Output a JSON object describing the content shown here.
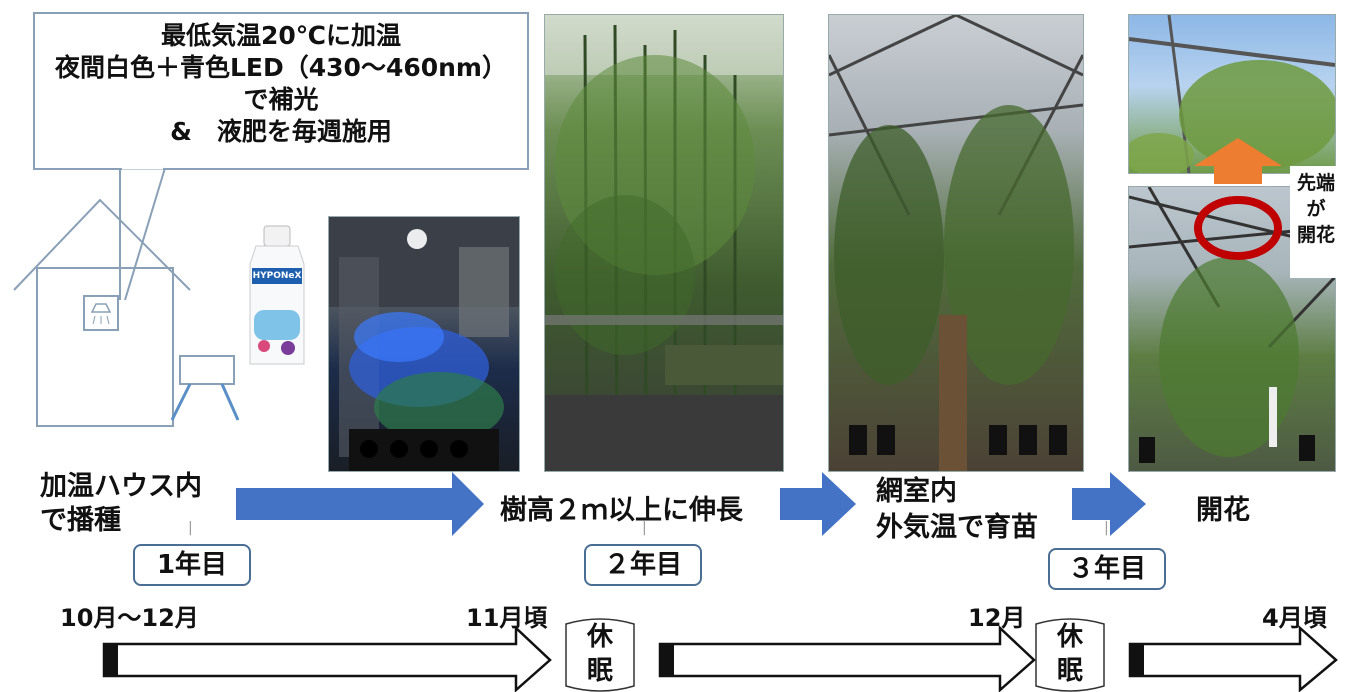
{
  "callout": {
    "lines": [
      "最低気温20℃に加温",
      "夜間白色＋青色LED（430～460nm）",
      "で補光",
      "&　液肥を毎週施用"
    ]
  },
  "bottle": {
    "brand": "HYPONeX"
  },
  "labels": {
    "sowing_line1": "加温ハウス内",
    "sowing_line2": "で播種",
    "growth": "樹高２ｍ以上に伸長",
    "net_line1": "網室内",
    "net_line2": "外気温で育苗",
    "flower": "開花",
    "tip": [
      "先端",
      "が",
      "開花"
    ]
  },
  "years": [
    "1年目",
    "２年目",
    "３年目"
  ],
  "months": [
    "10月～12月",
    "11月頃",
    "12月",
    "4月頃"
  ],
  "dormancy": [
    "休",
    "眠"
  ],
  "colors": {
    "arrow_blue": "#4472c4",
    "highlight_orange": "#ed7d31",
    "circle_red": "#c00000",
    "box_border": "#4a6e94"
  }
}
